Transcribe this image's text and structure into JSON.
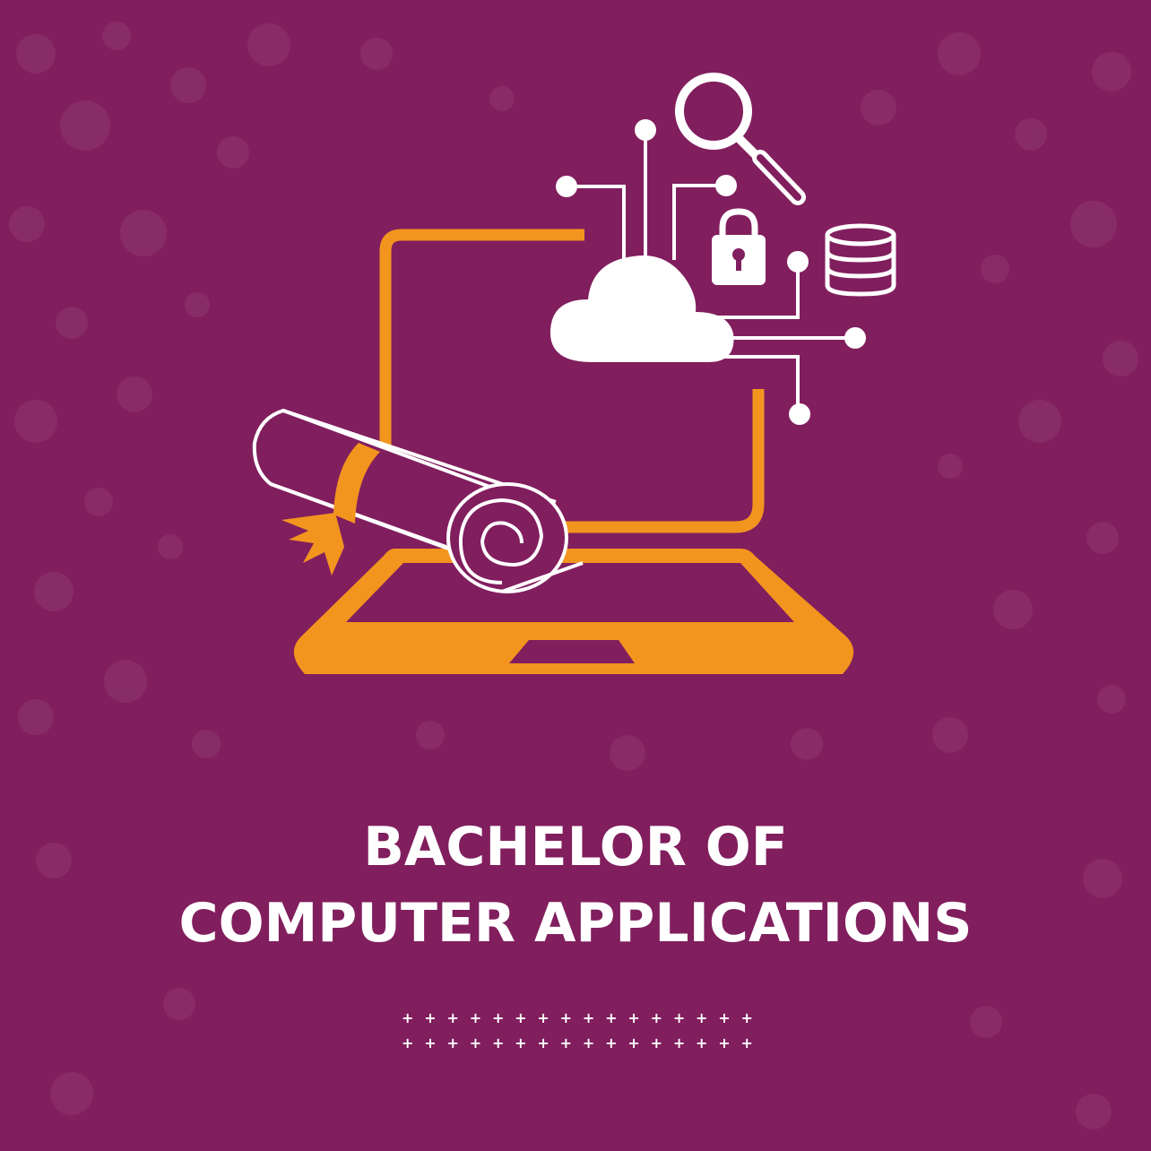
{
  "title": {
    "line1": "BACHELOR OF",
    "line2": "COMPUTER APPLICATIONS"
  },
  "decoration": {
    "plus_rows": 2,
    "plus_per_row": 16,
    "glyph": "+"
  },
  "colors": {
    "background": "#811e5e",
    "accent": "#f2951f",
    "foreground": "#ffffff"
  },
  "icons": [
    "laptop-icon",
    "cloud-icon",
    "magnifier-icon",
    "padlock-icon",
    "database-icon",
    "diploma-scroll-icon",
    "circuit-lines-icon"
  ]
}
